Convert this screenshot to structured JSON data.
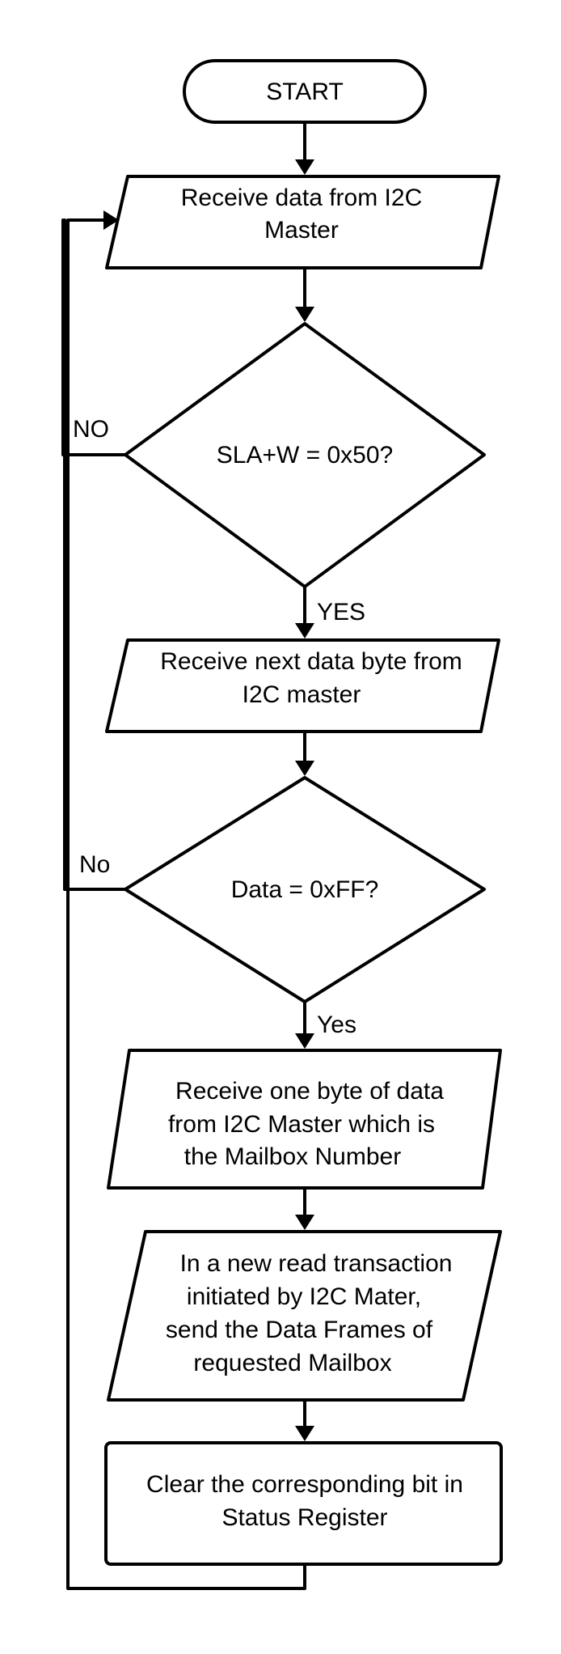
{
  "nodes": {
    "start": "START",
    "receive_data": [
      "Receive data from I2C",
      "Master"
    ],
    "check_sla": "SLA+W = 0x50?",
    "receive_next": [
      "Receive next data byte from",
      "I2C master"
    ],
    "check_data": "Data = 0xFF?",
    "receive_mailbox": [
      "Receive one byte of data",
      "from I2C Master which is",
      "the Mailbox Number"
    ],
    "send_frames": [
      "In a new read transaction",
      "initiated by I2C Mater,",
      "send the Data Frames of",
      "requested Mailbox"
    ],
    "clear_bit": [
      "Clear the corresponding bit in",
      "Status Register"
    ]
  },
  "edge_labels": {
    "sla_no": "NO",
    "sla_yes": "YES",
    "data_no": "No",
    "data_yes": "Yes"
  }
}
